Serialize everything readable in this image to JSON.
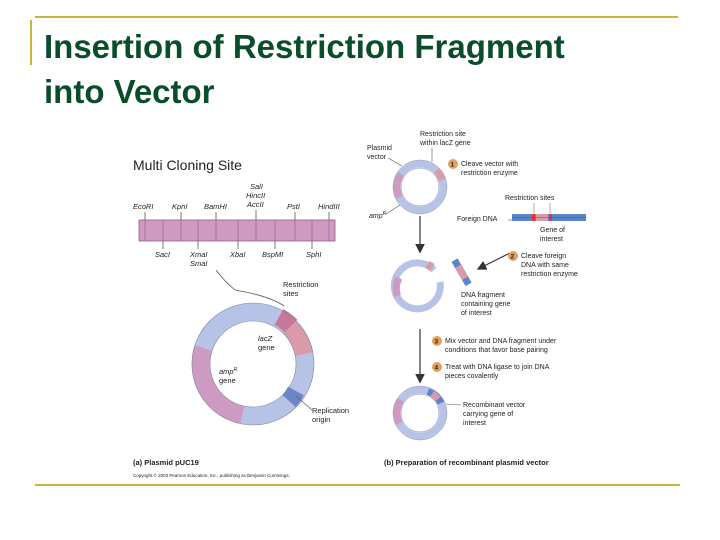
{
  "slide": {
    "title_line1": "Insertion of Restriction Fragment",
    "title_line2": "into Vector",
    "colors": {
      "title": "#0a4d2a",
      "rule": "#c9b440",
      "plasmid": "#b7c3e6",
      "amp": "#cf9ac2",
      "lacz": "#d99aaa",
      "origin": "#6c86c9"
    }
  },
  "panel_a": {
    "callout": "Multi Cloning Site",
    "top_sites": [
      {
        "name": "EcoRI"
      },
      {
        "name": "KpnI"
      },
      {
        "name": "BamHI"
      },
      {
        "name": "SalI",
        "aliases": [
          "HincII",
          "AccII"
        ]
      },
      {
        "name": "PstI"
      },
      {
        "name": "HindIII"
      }
    ],
    "bottom_sites": [
      {
        "name": "SacI"
      },
      {
        "name": "XmaI",
        "alias": "SmaI"
      },
      {
        "name": "XbaI"
      },
      {
        "name": "BspMI"
      },
      {
        "name": "SphI"
      }
    ],
    "restriction_sites_label_1": "Restriction",
    "restriction_sites_label_2": "sites",
    "lacz_label_1": "lacZ",
    "lacz_label_2": "gene",
    "amp_label_1": "amp",
    "amp_label_sup": "R",
    "amp_label_2": "gene",
    "origin_label_1": "Replication",
    "origin_label_2": "origin",
    "caption": "(a) Plasmid pUC19",
    "copyright": "Copyright © 2003 Pearson Education, Inc., publishing as Benjamin Cummings."
  },
  "panel_b": {
    "plasmid_vector_1": "Plasmid",
    "plasmid_vector_2": "vector",
    "restriction_site_lacz_1": "Restriction site",
    "restriction_site_lacz_2": "within lacZ gene",
    "amp_label": "amp",
    "amp_sup": "R",
    "foreign_dna": "Foreign DNA",
    "restriction_sites": "Restriction sites",
    "gene_of_interest_1": "Gene of",
    "gene_of_interest_2": "interest",
    "fragment_1": "DNA fragment",
    "fragment_2": "containing gene",
    "fragment_3": "of interest",
    "recombinant_1": "Recombinant vector",
    "recombinant_2": "carrying gene of",
    "recombinant_3": "interest",
    "steps": [
      {
        "num": "1",
        "line1": "Cleave vector with",
        "line2": "restriction enzyme",
        "line3": ""
      },
      {
        "num": "2",
        "line1": "Cleave foreign",
        "line2": "DNA with same",
        "line3": "restriction enzyme"
      },
      {
        "num": "3",
        "line1": "Mix vector and DNA fragment under",
        "line2": "conditions that favor base pairing",
        "line3": ""
      },
      {
        "num": "4",
        "line1": "Treat with DNA ligase to join DNA",
        "line2": "pieces covalently",
        "line3": ""
      }
    ],
    "caption": "(b) Preparation of recombinant plasmid vector"
  }
}
